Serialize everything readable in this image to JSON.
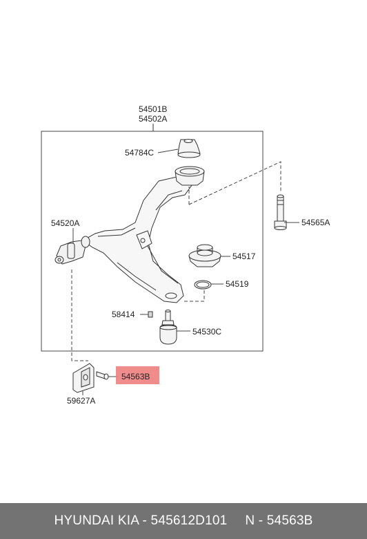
{
  "labels": {
    "assembly_a": "54501B",
    "assembly_b": "54502A",
    "bushing_top": "54784C",
    "bushing_front": "54520A",
    "bolt": "54565A",
    "bushing_rear": "54517",
    "ring": "54519",
    "nut": "58414",
    "ball_joint": "54530C",
    "screw_highlight": "54563B",
    "bracket": "59627A"
  },
  "highlight_color": "#f08080",
  "footer": {
    "brand": "HYUNDAI KIA - 545612D101",
    "ref": "N - 54563B"
  }
}
